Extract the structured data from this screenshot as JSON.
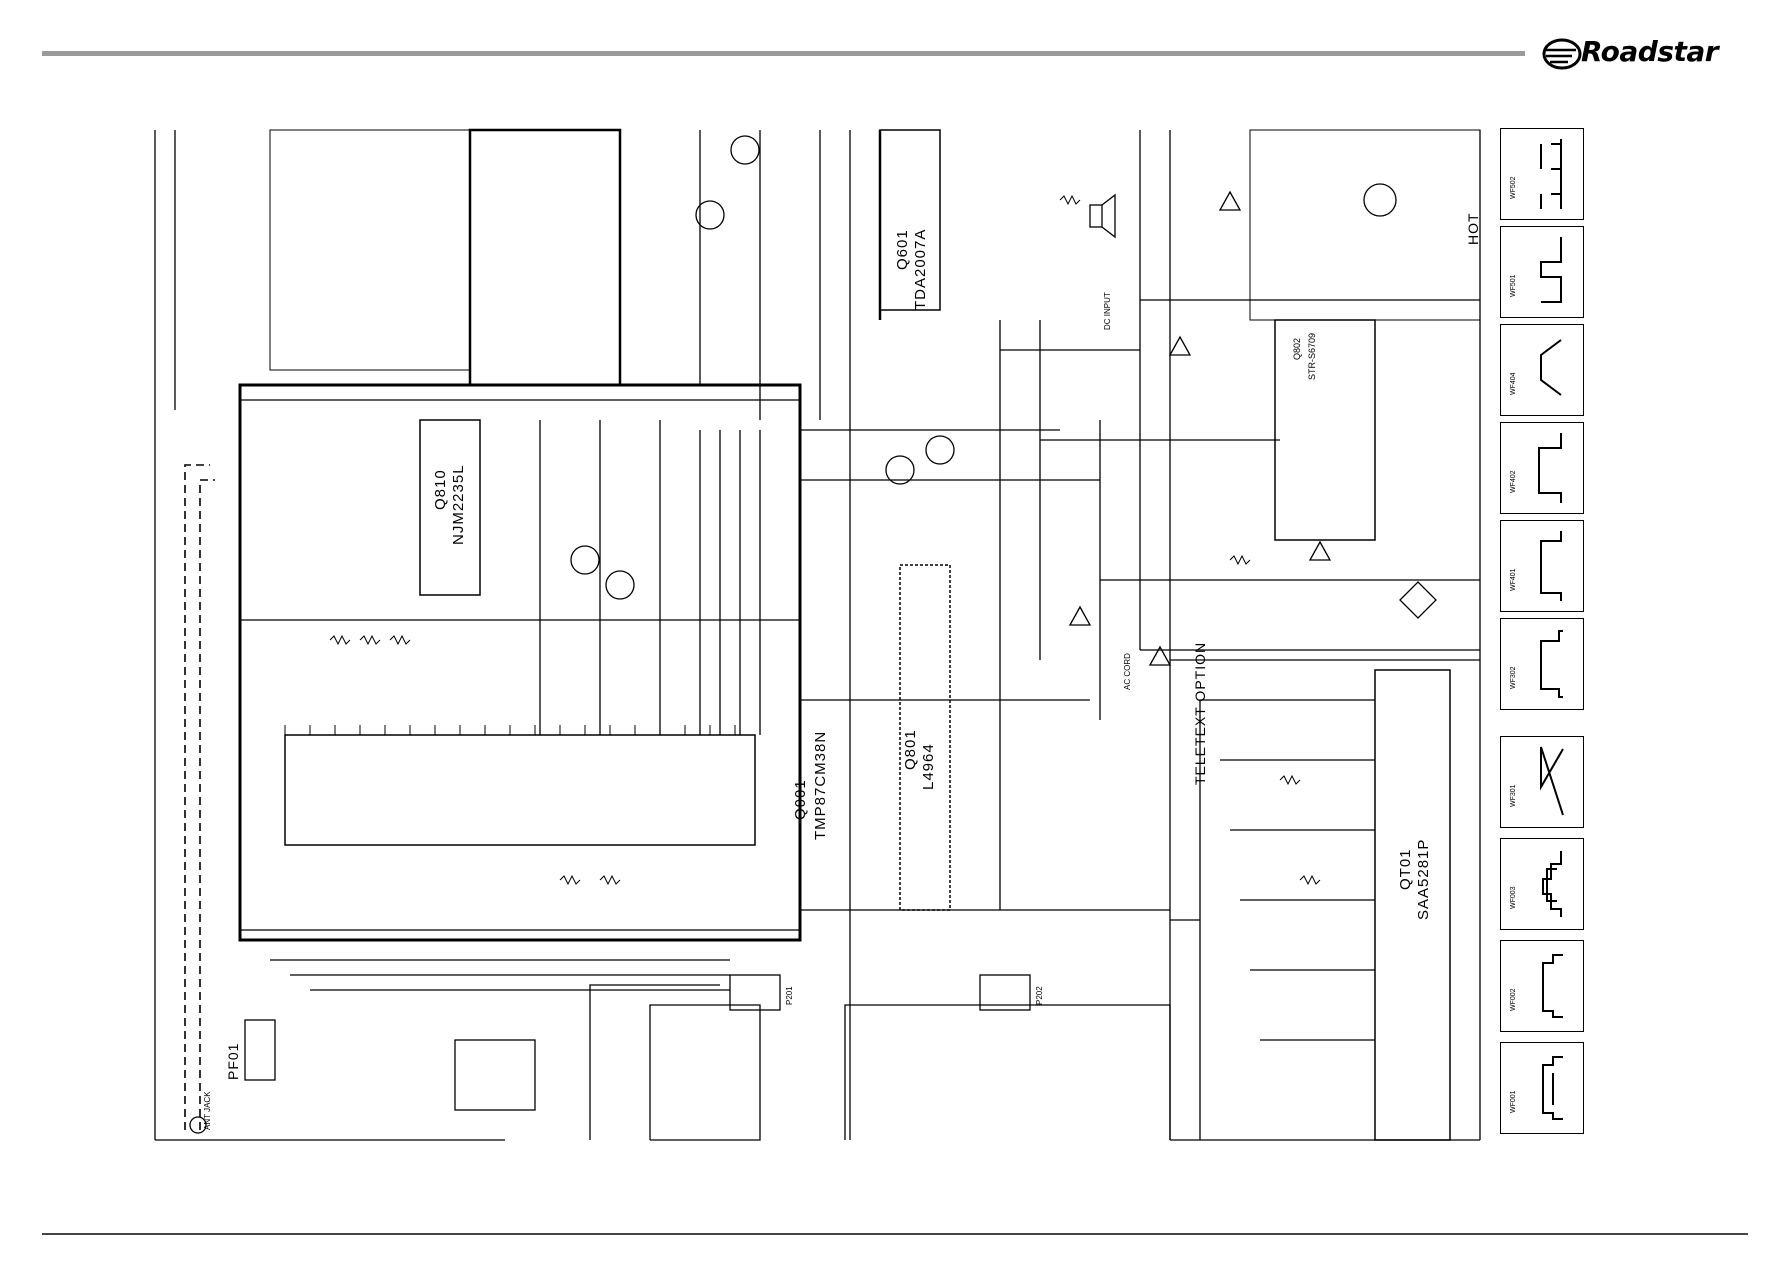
{
  "brand": {
    "name": "Roadstar"
  },
  "schematic": {
    "ics": [
      {
        "ref": "Q001",
        "part": "TMP87CM38N"
      },
      {
        "ref": "Q601",
        "part": "TDA2007A"
      },
      {
        "ref": "Q810",
        "part": "NJM2235L"
      },
      {
        "ref": "Q801",
        "part": "L4964"
      },
      {
        "ref": "QT01",
        "part": "SAA5281P"
      },
      {
        "ref": "Q802",
        "part": "STR-S6709"
      }
    ],
    "connectors": [
      "PF01",
      "P201",
      "P202"
    ],
    "labels": {
      "teletext": "TELETEXT OPTION",
      "hot": "HOT",
      "ant_jack": "ANT JACK",
      "dc_input": "DC INPUT",
      "ac_cord": "AC CORD"
    }
  },
  "waveforms": [
    "WF001",
    "WF002",
    "WF003",
    "WF301",
    "WF302",
    "WF401",
    "WF402",
    "WF404",
    "WF501",
    "WF502"
  ],
  "colors": {
    "ink": "#000000",
    "rule": "#9a9a9a"
  }
}
